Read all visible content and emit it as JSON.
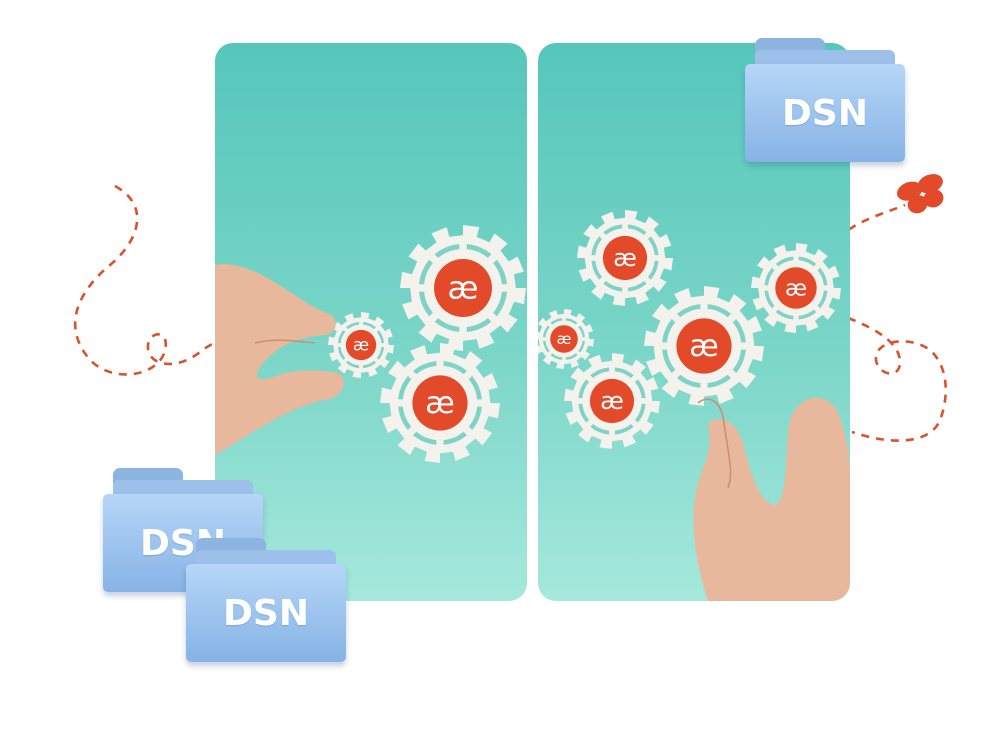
{
  "folders": [
    {
      "label": "DSN"
    },
    {
      "label": "DSN"
    },
    {
      "label": "DSN"
    }
  ],
  "gear_glyph": "æ",
  "colors": {
    "teal_top": "#56c6bb",
    "teal_bottom": "#a6e8dc",
    "gear_white": "#f4f2ec",
    "gear_center": "#e24a2a",
    "dashed_line": "#d9522e",
    "clover": "#e24a2a",
    "folder_blue": "#86b3e6"
  },
  "icons": [
    "gear-icon",
    "hand-icon",
    "folder-icon",
    "clover-icon"
  ]
}
